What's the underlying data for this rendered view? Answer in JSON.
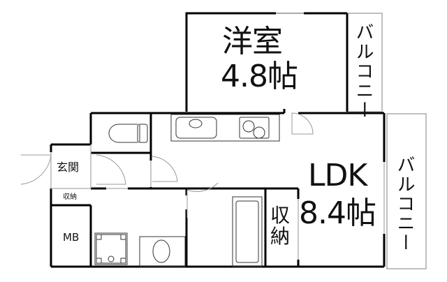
{
  "floorplan": {
    "rooms": {
      "western_room": {
        "name": "洋室",
        "size": "4.8帖"
      },
      "ldk": {
        "name": "LDK",
        "size": "8.4帖"
      },
      "balcony_top": {
        "name": "バルコニー"
      },
      "balcony_right": {
        "name": "バルコニー"
      },
      "entrance": {
        "name": "玄関"
      },
      "entrance_storage": {
        "name": "収納"
      },
      "mb": {
        "name": "MB"
      },
      "storage": {
        "name": "収納"
      }
    },
    "fixtures": [
      "toilet",
      "kitchen-sink",
      "stove-burners",
      "washing-machine-pan",
      "washbasin",
      "bathtub"
    ],
    "colors": {
      "wall": "#000000",
      "thin_line": "#999999",
      "background": "#ffffff"
    }
  }
}
